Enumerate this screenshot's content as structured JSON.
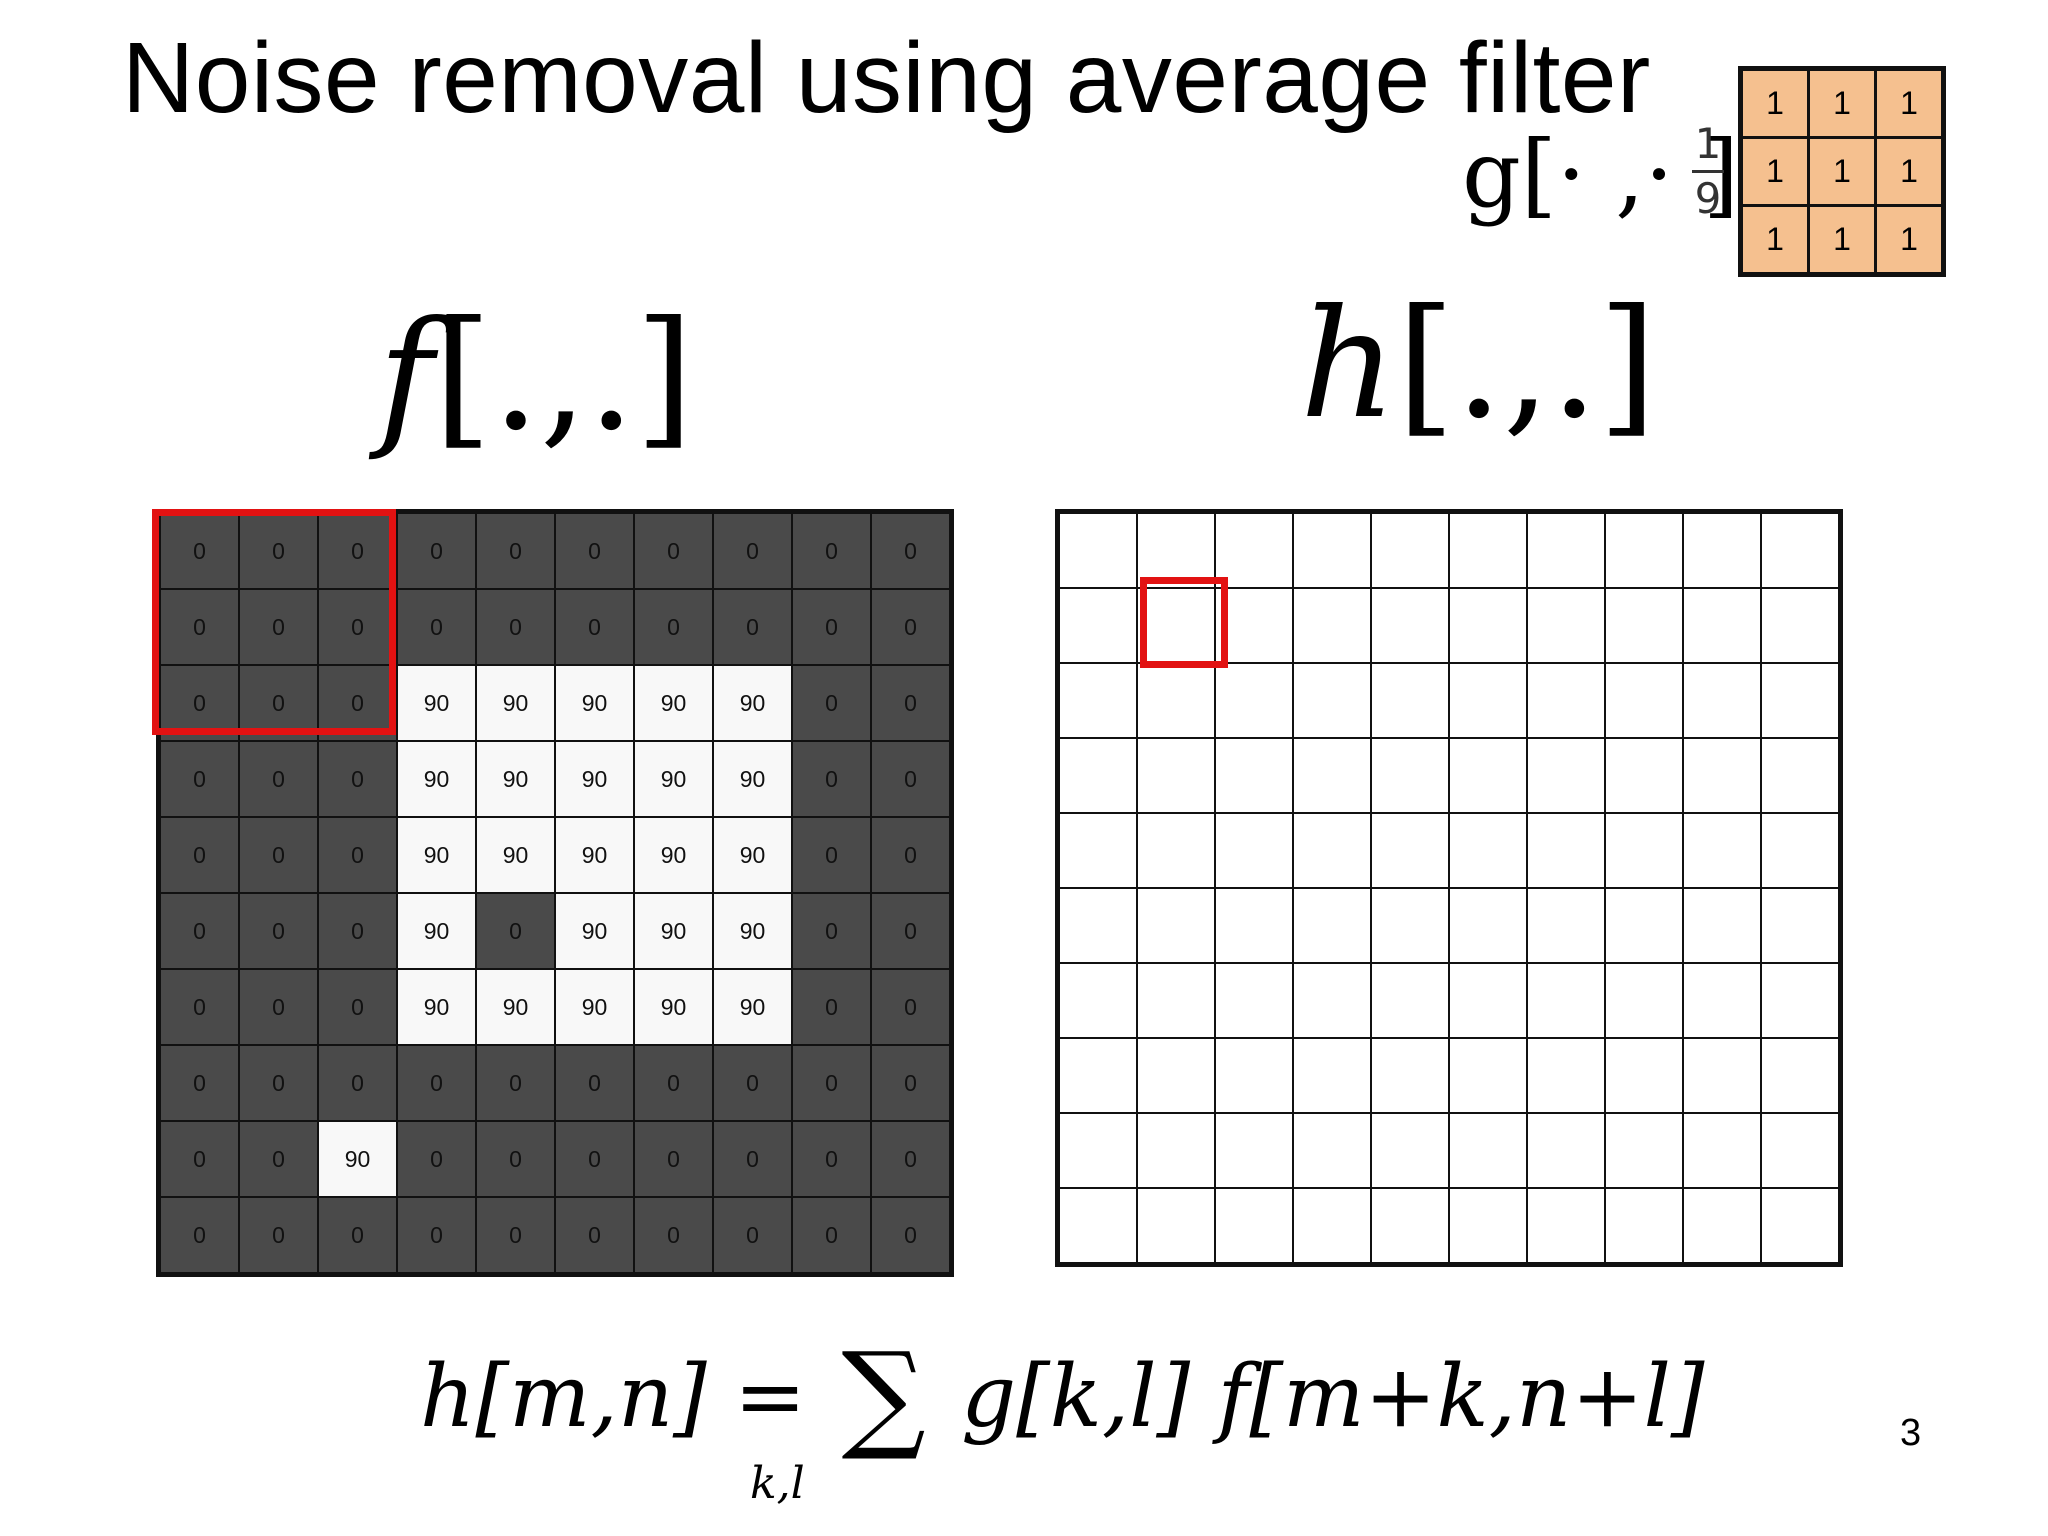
{
  "title": "Noise removal using average filter",
  "kernel": {
    "label": "g[· ,· ]",
    "fraction_num": "1",
    "fraction_den": "9",
    "fill_color": "#F5C08F",
    "rows": [
      [
        "1",
        "1",
        "1"
      ],
      [
        "1",
        "1",
        "1"
      ],
      [
        "1",
        "1",
        "1"
      ]
    ]
  },
  "f_label": {
    "name": "f",
    "args": "[.,.]"
  },
  "h_label": {
    "name": "h",
    "args": "[.,.]"
  },
  "f_grid": [
    [
      "0",
      "0",
      "0",
      "0",
      "0",
      "0",
      "0",
      "0",
      "0",
      "0"
    ],
    [
      "0",
      "0",
      "0",
      "0",
      "0",
      "0",
      "0",
      "0",
      "0",
      "0"
    ],
    [
      "0",
      "0",
      "0",
      "90",
      "90",
      "90",
      "90",
      "90",
      "0",
      "0"
    ],
    [
      "0",
      "0",
      "0",
      "90",
      "90",
      "90",
      "90",
      "90",
      "0",
      "0"
    ],
    [
      "0",
      "0",
      "0",
      "90",
      "90",
      "90",
      "90",
      "90",
      "0",
      "0"
    ],
    [
      "0",
      "0",
      "0",
      "90",
      "0",
      "90",
      "90",
      "90",
      "0",
      "0"
    ],
    [
      "0",
      "0",
      "0",
      "90",
      "90",
      "90",
      "90",
      "90",
      "0",
      "0"
    ],
    [
      "0",
      "0",
      "0",
      "0",
      "0",
      "0",
      "0",
      "0",
      "0",
      "0"
    ],
    [
      "0",
      "0",
      "90",
      "0",
      "0",
      "0",
      "0",
      "0",
      "0",
      "0"
    ],
    [
      "0",
      "0",
      "0",
      "0",
      "0",
      "0",
      "0",
      "0",
      "0",
      "0"
    ]
  ],
  "h_grid_size": {
    "rows": 10,
    "cols": 10
  },
  "colors": {
    "dark_cell": "#4a4a4a",
    "light_cell": "#f8f8f8",
    "highlight": "#e21212"
  },
  "formula": {
    "lhs": "h[m,n]",
    "equals": "=",
    "sigma": "∑",
    "rhs": "g[k,l] f[m+k,n+l]",
    "subscript": "k,l"
  },
  "page_number": "3"
}
